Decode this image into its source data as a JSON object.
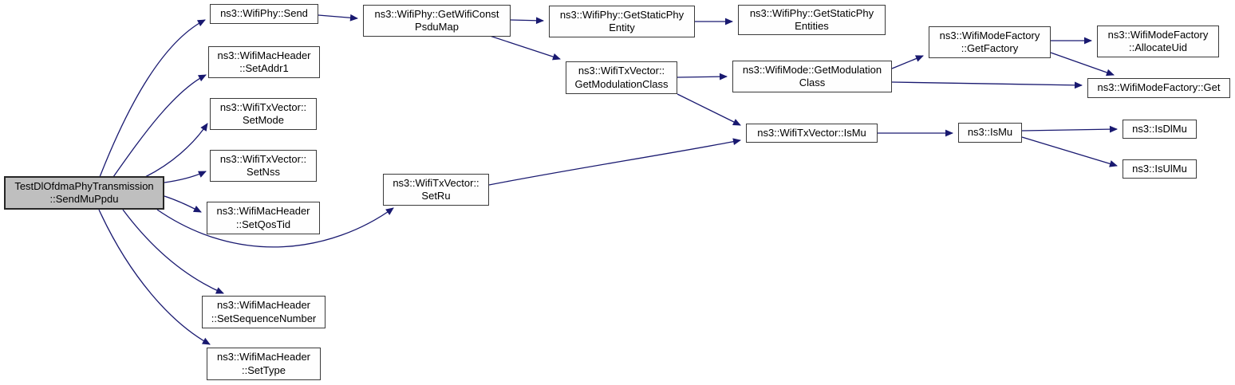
{
  "diagram": {
    "type": "call-graph",
    "root_id": "root",
    "nodes": {
      "root": {
        "label": "TestDlOfdmaPhyTransmission\n::SendMuPpdu"
      },
      "send": {
        "label": "ns3::WifiPhy::Send"
      },
      "set_addr1": {
        "label": "ns3::WifiMacHeader\n::SetAddr1"
      },
      "set_mode": {
        "label": "ns3::WifiTxVector::\nSetMode"
      },
      "set_nss": {
        "label": "ns3::WifiTxVector::\nSetNss"
      },
      "set_qos_tid": {
        "label": "ns3::WifiMacHeader\n::SetQosTid"
      },
      "set_sequence_number": {
        "label": "ns3::WifiMacHeader\n::SetSequenceNumber"
      },
      "set_type": {
        "label": "ns3::WifiMacHeader\n::SetType"
      },
      "get_wifi_const_psdu_map": {
        "label": "ns3::WifiPhy::GetWifiConst\nPsduMap"
      },
      "set_ru": {
        "label": "ns3::WifiTxVector::\nSetRu"
      },
      "get_static_phy_entity": {
        "label": "ns3::WifiPhy::GetStaticPhy\nEntity"
      },
      "txvector_get_modulation_class": {
        "label": "ns3::WifiTxVector::\nGetModulationClass"
      },
      "get_static_phy_entities": {
        "label": "ns3::WifiPhy::GetStaticPhy\nEntities"
      },
      "wifimode_get_modulation_class": {
        "label": "ns3::WifiMode::GetModulation\nClass"
      },
      "txvector_is_mu": {
        "label": "ns3::WifiTxVector::IsMu"
      },
      "get_factory": {
        "label": "ns3::WifiModeFactory\n::GetFactory"
      },
      "is_mu": {
        "label": "ns3::IsMu"
      },
      "allocate_uid": {
        "label": "ns3::WifiModeFactory\n::AllocateUid"
      },
      "factory_get": {
        "label": "ns3::WifiModeFactory::Get"
      },
      "is_dl_mu": {
        "label": "ns3::IsDlMu"
      },
      "is_ul_mu": {
        "label": "ns3::IsUlMu"
      }
    },
    "edges": [
      [
        "root",
        "send"
      ],
      [
        "root",
        "set_addr1"
      ],
      [
        "root",
        "set_mode"
      ],
      [
        "root",
        "set_nss"
      ],
      [
        "root",
        "set_qos_tid"
      ],
      [
        "root",
        "set_ru"
      ],
      [
        "root",
        "set_sequence_number"
      ],
      [
        "root",
        "set_type"
      ],
      [
        "send",
        "get_wifi_const_psdu_map"
      ],
      [
        "get_wifi_const_psdu_map",
        "get_static_phy_entity"
      ],
      [
        "get_wifi_const_psdu_map",
        "txvector_get_modulation_class"
      ],
      [
        "get_static_phy_entity",
        "get_static_phy_entities"
      ],
      [
        "txvector_get_modulation_class",
        "wifimode_get_modulation_class"
      ],
      [
        "txvector_get_modulation_class",
        "txvector_is_mu"
      ],
      [
        "wifimode_get_modulation_class",
        "get_factory"
      ],
      [
        "wifimode_get_modulation_class",
        "factory_get"
      ],
      [
        "get_factory",
        "allocate_uid"
      ],
      [
        "get_factory",
        "factory_get"
      ],
      [
        "set_ru",
        "txvector_is_mu"
      ],
      [
        "txvector_is_mu",
        "is_mu"
      ],
      [
        "is_mu",
        "is_dl_mu"
      ],
      [
        "is_mu",
        "is_ul_mu"
      ]
    ]
  },
  "colors": {
    "edge": "#191970",
    "node_border": "#3a3a3a",
    "node_fill": "#fefefe",
    "root_fill": "#bfbfbf",
    "text": "#000000",
    "background": "#ffffff"
  }
}
